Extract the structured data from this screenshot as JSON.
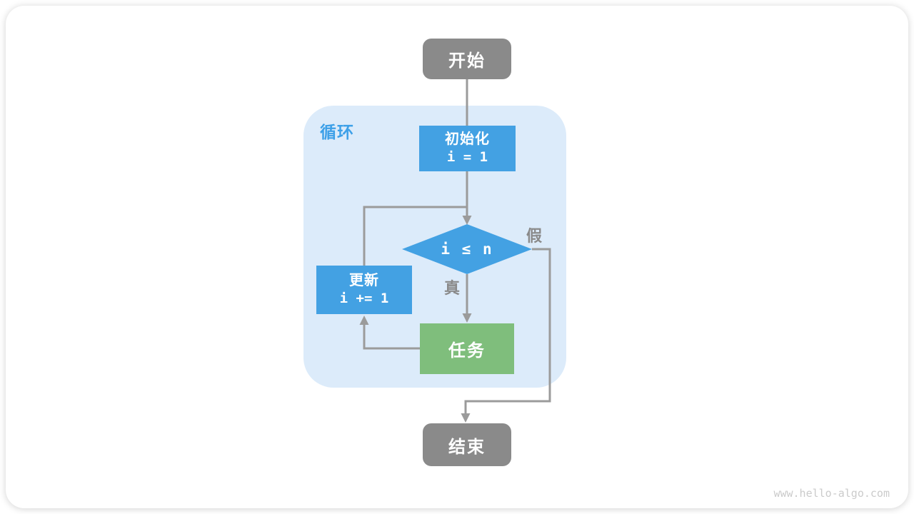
{
  "watermark": "www.hello-algo.com",
  "colors": {
    "node_blue": "#43a1e3",
    "node_green": "#7fbe7c",
    "node_gray": "#8a8a8a",
    "loop_background": "#dcebfa",
    "loop_label_blue": "#3da0e8",
    "line_gray": "#9b9b9b",
    "branch_label_gray": "#8a8a8a",
    "watermark_gray": "#cbcbcb"
  },
  "flowchart": {
    "start": {
      "label": "开始"
    },
    "loop": {
      "label": "循环"
    },
    "init": {
      "title": "初始化",
      "code": "i = 1"
    },
    "condition": {
      "code": "i ≤ n"
    },
    "true_branch": {
      "label": "真"
    },
    "false_branch": {
      "label": "假"
    },
    "update": {
      "title": "更新",
      "code": "i += 1"
    },
    "task": {
      "label": "任务"
    },
    "end": {
      "label": "结束"
    }
  }
}
